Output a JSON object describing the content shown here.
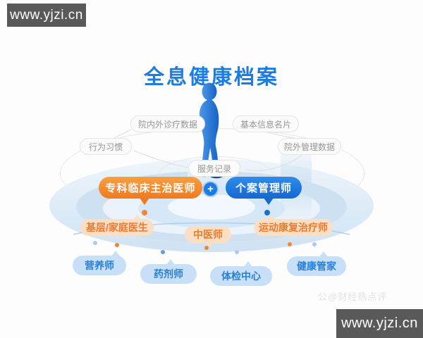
{
  "header": {
    "title": "全息健康档案",
    "site_badge_top": "www.yjzi.cn",
    "site_badge_bottom": "www.yjzi.cn"
  },
  "orbit_labels": {
    "clinic_data": "院内外诊疗数据",
    "basic_info_card": "基本信息名片",
    "behavior_habits": "行为习惯",
    "external_mgmt_data": "院外管理数据",
    "service_record": "服务记录"
  },
  "core_roles": {
    "specialist": "专科临床主治医师",
    "plus": "+",
    "case_manager": "个案管理师"
  },
  "support_roles": {
    "primary_family_doctor": "基层/家庭医生",
    "tcm_doctor": "中医师",
    "sports_rehab_therapist": "运动康复治疗师"
  },
  "service_roles": {
    "nutritionist": "营养师",
    "pharmacist": "药剂师",
    "checkup_center": "体检中心",
    "health_butler": "健康管家"
  },
  "watermark": {
    "text": "公@财经热点评"
  },
  "colors": {
    "title_blue": "#1b7de2",
    "orange_bubble": "#ef7a1f",
    "blue_bubble": "#1b7ce2",
    "peach_bg": "#fbdfc4",
    "peach_text": "#ed7a2e",
    "lightblue_bg": "#c7e0f7",
    "lightblue_text": "#2b7fd6",
    "badge_bg": "#595959",
    "platform_blue": "#cde1f3"
  }
}
